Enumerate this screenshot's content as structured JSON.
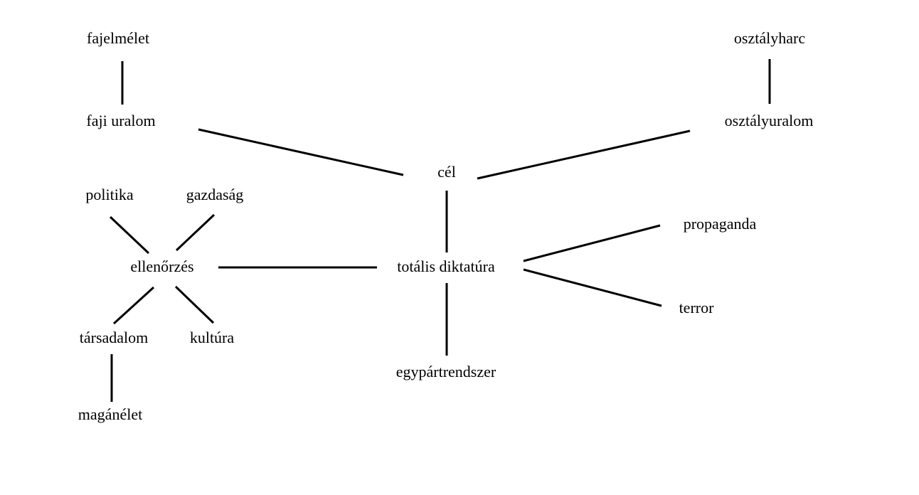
{
  "nodes": {
    "fajelmelet": "fajelmélet",
    "osztalyharc": "osztályharc",
    "faji_uralom": "faji uralom",
    "osztalyuralom": "osztályuralom",
    "cel": "cél",
    "politika": "politika",
    "gazdasag": "gazdaság",
    "ellenorzes": "ellenőrzés",
    "totalis_diktatura": "totális diktatúra",
    "propaganda": "propaganda",
    "terror": "terror",
    "tarsadalom": "társadalom",
    "kultura": "kultúra",
    "egypartrendszer": "egypártrendszer",
    "maganelet": "magánélet"
  },
  "edges": [
    [
      "fajelmelet",
      "faji_uralom"
    ],
    [
      "osztalyharc",
      "osztalyuralom"
    ],
    [
      "faji_uralom",
      "cel"
    ],
    [
      "osztalyuralom",
      "cel"
    ],
    [
      "cel",
      "totalis_diktatura"
    ],
    [
      "politika",
      "ellenorzes"
    ],
    [
      "gazdasag",
      "ellenorzes"
    ],
    [
      "ellenorzes",
      "totalis_diktatura"
    ],
    [
      "totalis_diktatura",
      "propaganda"
    ],
    [
      "totalis_diktatura",
      "terror"
    ],
    [
      "ellenorzes",
      "tarsadalom"
    ],
    [
      "ellenorzes",
      "kultura"
    ],
    [
      "totalis_diktatura",
      "egypartrendszer"
    ],
    [
      "tarsadalom",
      "maganelet"
    ]
  ]
}
